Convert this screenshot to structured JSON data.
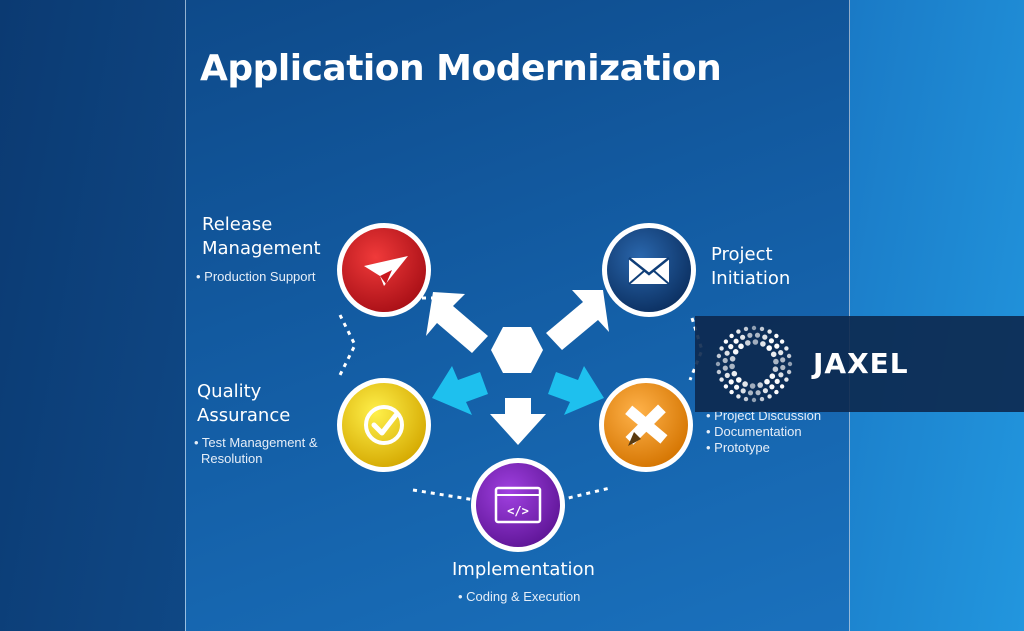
{
  "title": "Application Modernization",
  "nodes": {
    "release": {
      "title_line1": "Release",
      "title_line2": "Management",
      "items": [
        "• Production Support"
      ],
      "color": "#c8161d",
      "icon": "paper-plane-icon"
    },
    "project": {
      "title_line1": "Project",
      "title_line2": "Initiation",
      "items": [],
      "color": "#0f3e78",
      "icon": "envelope-icon"
    },
    "quality": {
      "title_line1": "Quality",
      "title_line2": "Assurance",
      "items": [
        "• Test Management &",
        "Resolution"
      ],
      "color": "#e6c400",
      "icon": "checkmark-icon"
    },
    "design": {
      "items": [
        "• Project Discussion",
        "• Documentation",
        "• Prototype"
      ],
      "color": "#e08a12",
      "icon": "pencil-ruler-icon"
    },
    "implementation": {
      "title": "Implementation",
      "items": [
        "• Coding & Execution"
      ],
      "color": "#7a1fb8",
      "icon": "code-window-icon"
    }
  },
  "watermark": {
    "brand": "JAXEL",
    "icon": "dotted-ring-logo"
  },
  "colors": {
    "arrow_white": "#ffffff",
    "arrow_cyan": "#1ec0ee",
    "connector": "#ffffff"
  }
}
